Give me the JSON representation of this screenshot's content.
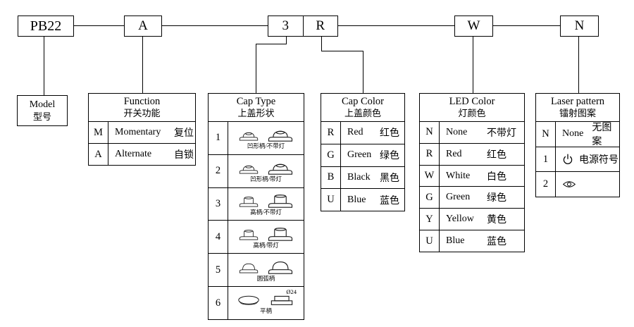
{
  "code": {
    "model": "PB22",
    "function": "A",
    "cap_type": "3",
    "cap_color": "R",
    "led": "W",
    "laser": "N"
  },
  "model_box": {
    "en": "Model",
    "zh": "型号"
  },
  "function_table": {
    "en": "Function",
    "zh": "开关功能",
    "rows": [
      {
        "code": "M",
        "en": "Momentary",
        "zh": "复位"
      },
      {
        "code": "A",
        "en": "Alternate",
        "zh": "自锁"
      }
    ]
  },
  "cap_type_table": {
    "en": "Cap Type",
    "zh": "上盖形状",
    "rows": [
      {
        "code": "1",
        "caption": "凹形柄/不带灯"
      },
      {
        "code": "2",
        "caption": "凹形柄/带灯"
      },
      {
        "code": "3",
        "caption": "高柄/不带灯"
      },
      {
        "code": "4",
        "caption": "高柄/带灯"
      },
      {
        "code": "5",
        "caption": "圆弧柄"
      },
      {
        "code": "6",
        "caption": "平柄",
        "dim": "Ø24"
      }
    ]
  },
  "cap_color_table": {
    "en": "Cap Color",
    "zh": "上盖颜色",
    "rows": [
      {
        "code": "R",
        "en": "Red",
        "zh": "红色"
      },
      {
        "code": "G",
        "en": "Green",
        "zh": "绿色"
      },
      {
        "code": "B",
        "en": "Black",
        "zh": "黑色"
      },
      {
        "code": "U",
        "en": "Blue",
        "zh": "蓝色"
      }
    ]
  },
  "led_color_table": {
    "en": "LED Color",
    "zh": "灯颜色",
    "rows": [
      {
        "code": "N",
        "en": "None",
        "zh": "不带灯"
      },
      {
        "code": "R",
        "en": "Red",
        "zh": "红色"
      },
      {
        "code": "W",
        "en": "White",
        "zh": "白色"
      },
      {
        "code": "G",
        "en": "Green",
        "zh": "绿色"
      },
      {
        "code": "Y",
        "en": "Yellow",
        "zh": "黄色"
      },
      {
        "code": "U",
        "en": "Blue",
        "zh": "蓝色"
      }
    ]
  },
  "laser_table": {
    "en": "Laser pattern",
    "zh": "镭射图案",
    "rows": [
      {
        "code": "N",
        "en": "None",
        "zh": "无图案"
      },
      {
        "code": "1",
        "zh": "电源符号"
      },
      {
        "code": "2",
        "zh": ""
      }
    ]
  }
}
